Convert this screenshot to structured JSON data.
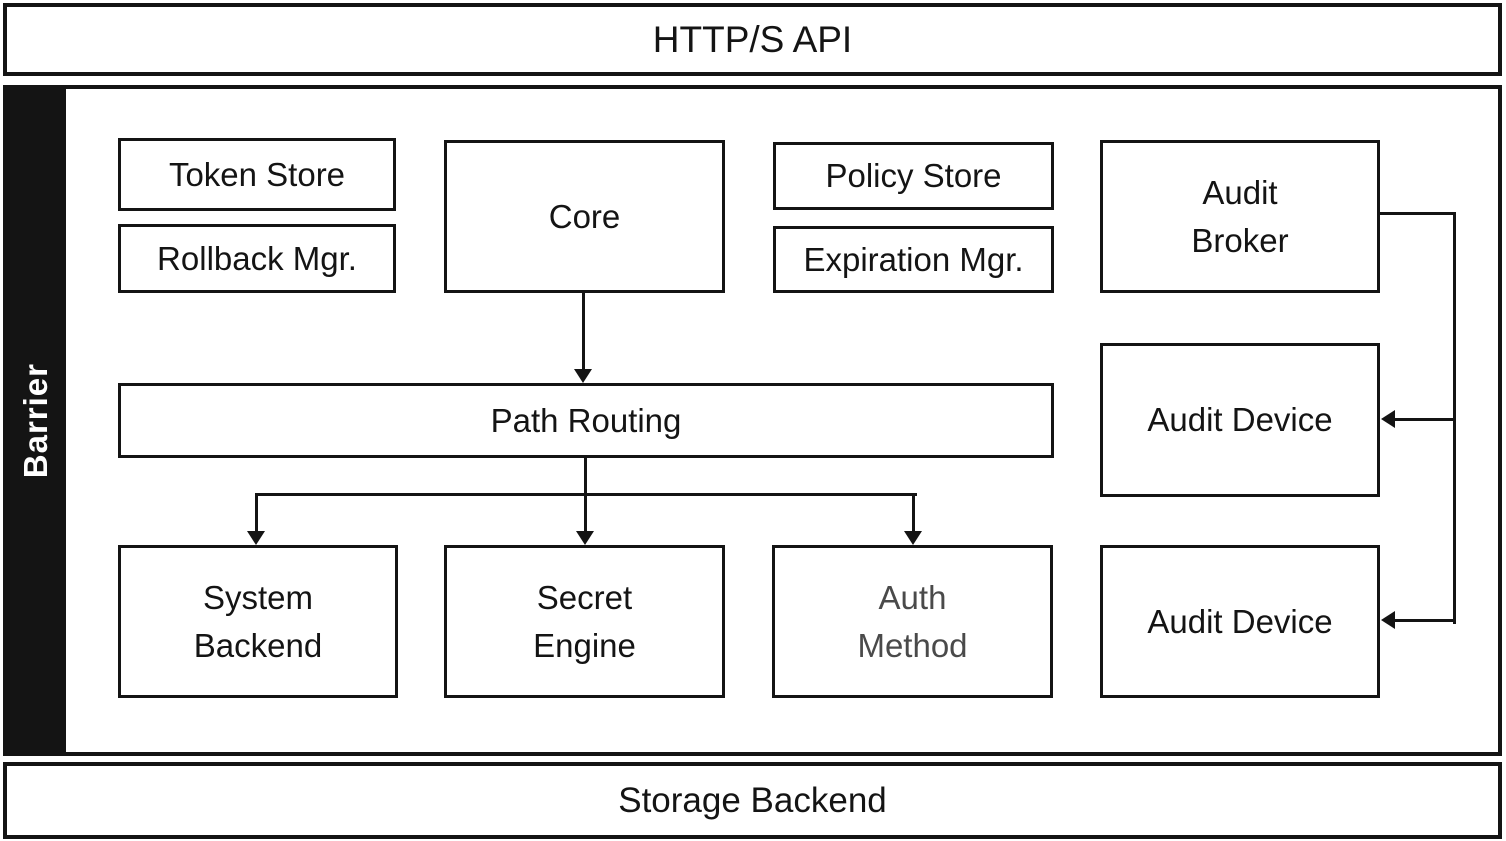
{
  "colors": {
    "ink": "#141414",
    "muted": "#4a4a4a",
    "background": "#ffffff"
  },
  "top_bar": {
    "label": "HTTP/S API"
  },
  "barrier": {
    "label": "Barrier"
  },
  "nodes": {
    "token_store": {
      "label": "Token Store"
    },
    "rollback_mgr": {
      "label": "Rollback Mgr."
    },
    "core": {
      "label": "Core"
    },
    "policy_store": {
      "label": "Policy Store"
    },
    "expiration_mgr": {
      "label": "Expiration Mgr."
    },
    "audit_broker": {
      "line1": "Audit",
      "line2": "Broker"
    },
    "path_routing": {
      "label": "Path Routing"
    },
    "audit_device_top": {
      "label": "Audit Device"
    },
    "system_backend": {
      "line1": "System",
      "line2": "Backend"
    },
    "secret_engine": {
      "line1": "Secret",
      "line2": "Engine"
    },
    "auth_method": {
      "line1": "Auth",
      "line2": "Method"
    },
    "audit_device_bottom": {
      "label": "Audit Device"
    }
  },
  "bottom_bar": {
    "label": "Storage Backend"
  }
}
